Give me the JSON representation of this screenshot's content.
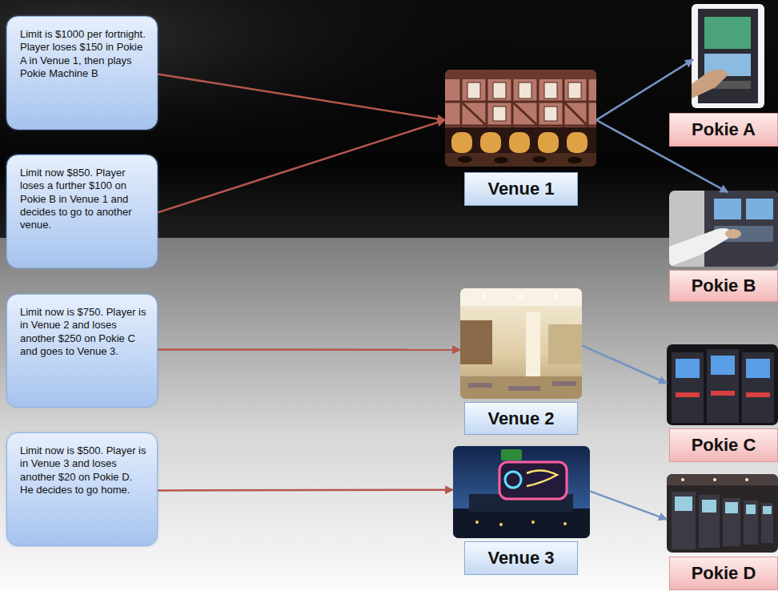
{
  "diagram": {
    "nodes": [
      {
        "text": [
          "Limit is $1000 per fortnight. Player loses $150 in Pokie A in Venue 1, then plays Pokie Machine B"
        ]
      },
      {
        "text": [
          "Limit now $850. Player loses a further $100 on Pokie B in Venue 1 and decides to go to another venue."
        ]
      },
      {
        "text": [
          "Limit now is $750. Player is in Venue 2 and loses another $250 on Pokie C and goes to Venue 3."
        ]
      },
      {
        "text": [
          "Limit now is $500. Player is in Venue 3 and loses another $20 on Pokie D. He decides to go home."
        ]
      },
      {
        "text": [
          "Venue 1"
        ]
      },
      {
        "text": [
          "Venue 2"
        ]
      },
      {
        "text": [
          "Venue 3"
        ]
      },
      {
        "text": [
          "Pokie A"
        ]
      },
      {
        "text": [
          "Pokie B"
        ]
      },
      {
        "text": [
          "Pokie C"
        ]
      },
      {
        "text": [
          "Pokie D"
        ]
      }
    ],
    "edges": [
      {
        "from": 0,
        "to": 4,
        "arrow": "to"
      },
      {
        "from": 1,
        "to": 4,
        "arrow": "to"
      },
      {
        "from": 2,
        "to": 5,
        "arrow": "to"
      },
      {
        "from": 3,
        "to": 6,
        "arrow": "to"
      },
      {
        "from": 4,
        "to": 7,
        "arrow": "to"
      },
      {
        "from": 4,
        "to": 8,
        "arrow": "to"
      },
      {
        "from": 5,
        "to": 9,
        "arrow": "to"
      },
      {
        "from": 6,
        "to": 10,
        "arrow": "to"
      }
    ]
  }
}
